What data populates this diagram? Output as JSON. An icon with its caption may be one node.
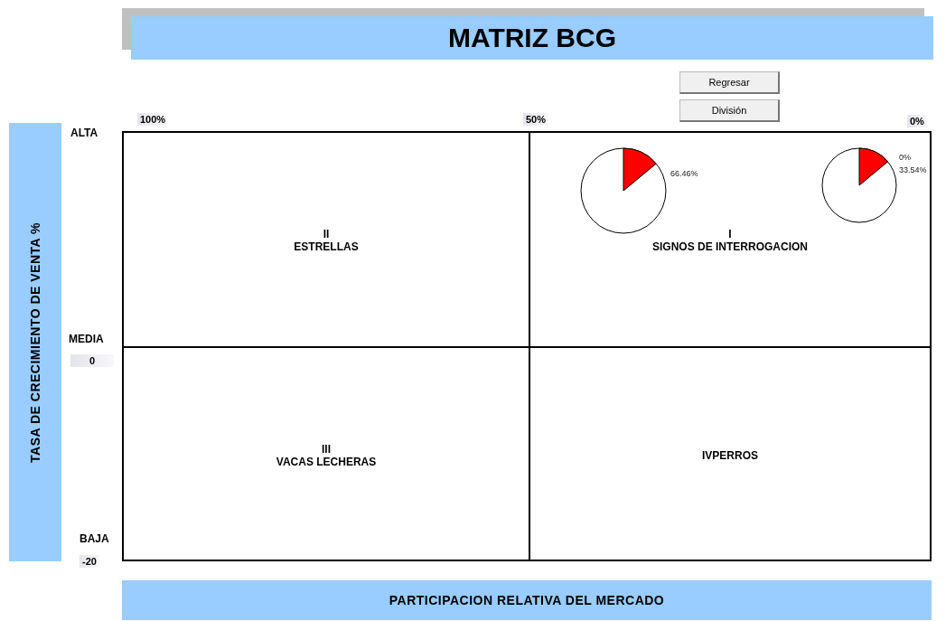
{
  "diagram": {
    "nodes": [
      {
        "text": [
          "MATRIZ BCG"
        ]
      },
      {
        "text": [
          "TASA DE CRECIMIENTO DE VENTA %"
        ]
      },
      {
        "text": [
          "II",
          "ESTRELLAS"
        ]
      },
      {
        "text": [
          "I",
          "SIGNOS DE INTERROGACION"
        ]
      },
      {
        "text": [],
        "shape": "picture",
        "in": 3,
        "beside": [
          "66.46%"
        ]
      },
      {
        "text": [],
        "shape": "picture",
        "in": 3,
        "beside": [
          "0%",
          "33.54%"
        ]
      },
      {
        "text": [
          "III",
          "VACAS LECHERAS"
        ]
      },
      {
        "text": [
          "IVPERROS"
        ]
      },
      {
        "text": [
          "PARTICIPACION RELATIVA DEL MERCADO"
        ]
      }
    ],
    "edges": [],
    "labels": [
      "Regresar",
      "División",
      "100%",
      "50%",
      "0%",
      "ALTA",
      "MEDIA",
      "0",
      "BAJA",
      "-20"
    ]
  }
}
